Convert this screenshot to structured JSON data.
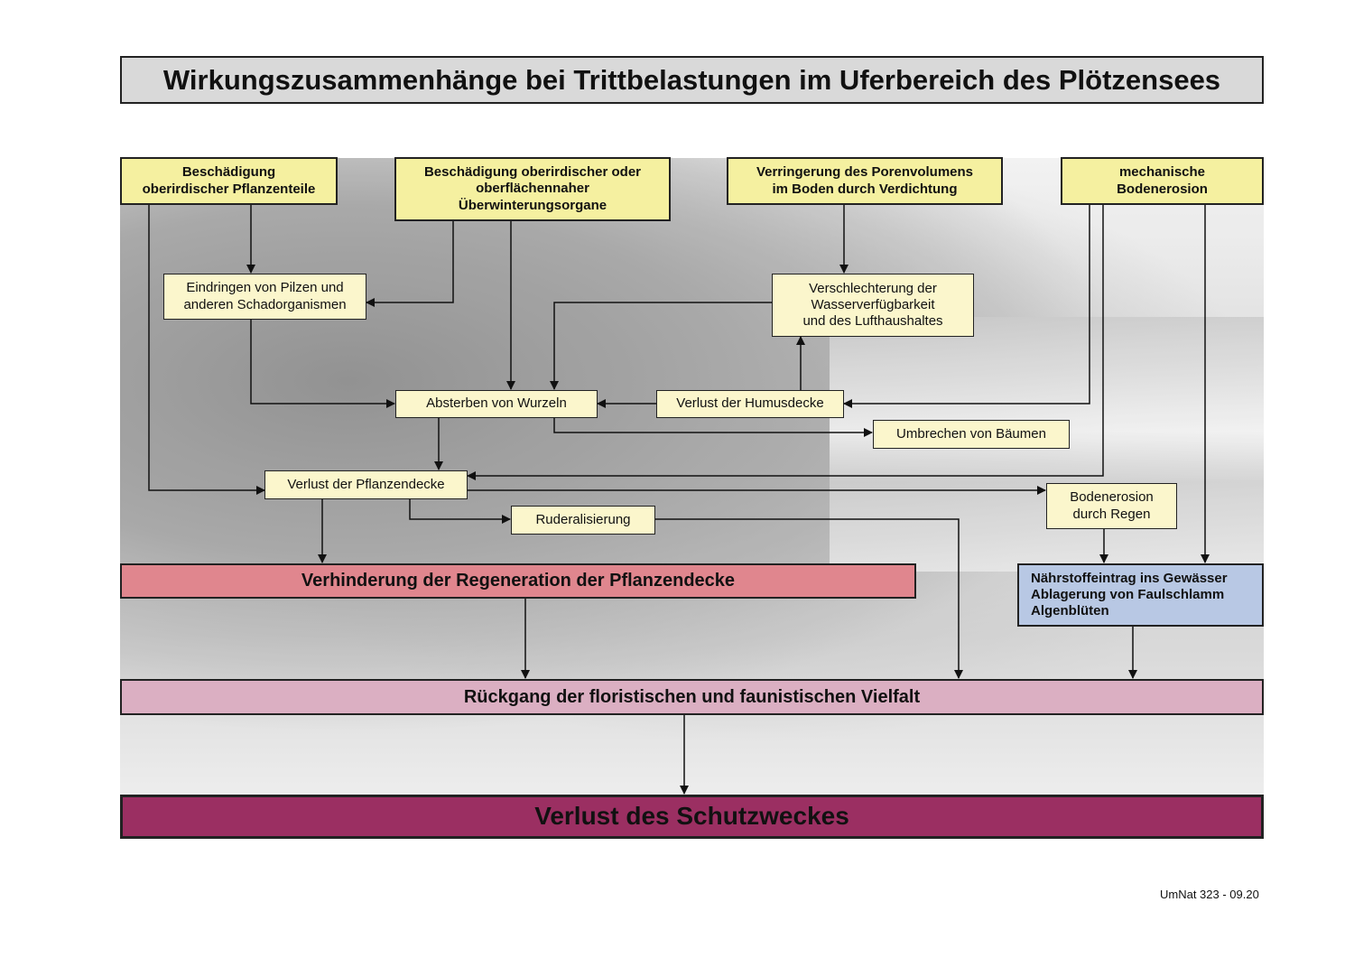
{
  "title": "Wirkungszusammenhänge bei Trittbelastungen im Uferbereich des Plötzensees",
  "causes": [
    {
      "line1": "Beschädigung",
      "line2": "oberirdischer Pflanzenteile"
    },
    {
      "line1": "Beschädigung oberirdischer oder",
      "line2": "oberflächennaher",
      "line3": "Überwinterungsorgane"
    },
    {
      "line1": "Verringerung des Porenvolumens",
      "line2": "im Boden durch Verdichtung"
    },
    {
      "line1": "mechanische",
      "line2": "Bodenerosion"
    }
  ],
  "effects": {
    "eindringen": {
      "line1": "Eindringen von Pilzen und",
      "line2": "anderen Schadorganismen"
    },
    "verschlechterung": {
      "line1": "Verschlechterung der",
      "line2": "Wasserverfügbarkeit",
      "line3": "und des Lufthaushaltes"
    },
    "absterben": "Absterben von Wurzeln",
    "humus": "Verlust der Humusdecke",
    "umbrechen": "Umbrechen von Bäumen",
    "pflanzendecke": "Verlust der Pflanzendecke",
    "ruderal": "Ruderalisierung",
    "bodenerosion": {
      "line1": "Bodenerosion",
      "line2": "durch Regen"
    }
  },
  "outcomes": {
    "verhinderung": "Verhinderung der Regeneration der Pflanzendecke",
    "naehrstoff": {
      "line1": "Nährstoffeintrag ins Gewässer",
      "line2": "Ablagerung von Faulschlamm",
      "line3": "Algenblüten"
    },
    "rueckgang": "Rückgang der floristischen und faunistischen Vielfalt",
    "verlust": "Verlust des Schutzweckes"
  },
  "footer": "UmNat 323 - 09.20",
  "colors": {
    "cause": "#f5f0a0",
    "effect": "#fbf6cc",
    "verhinderung": "#e0868e",
    "naehrstoff": "#b8c8e4",
    "rueckgang": "#dbafc2",
    "verlust": "#9b2f62"
  }
}
